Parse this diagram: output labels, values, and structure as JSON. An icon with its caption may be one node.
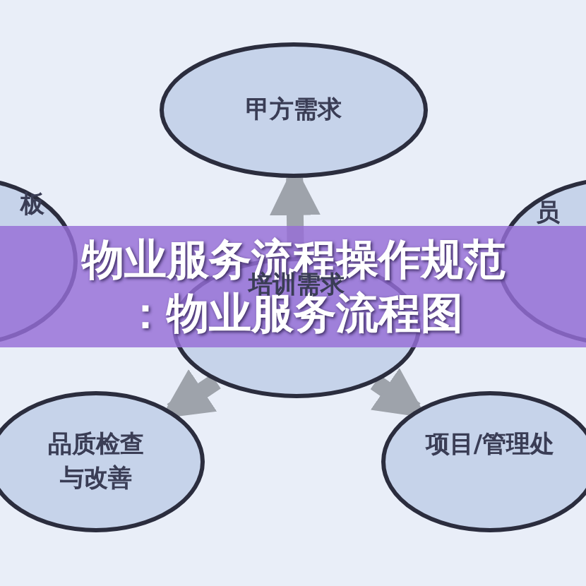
{
  "diagram": {
    "title": "物业服务流程操作规范：物业服务流程图",
    "nodes": [
      {
        "text": [
          "培训需求"
        ]
      },
      {
        "text": [
          "甲方需求"
        ]
      },
      {
        "text": [
          "板"
        ]
      },
      {
        "text": [
          "员"
        ]
      },
      {
        "text": [
          "品质检查与改善"
        ]
      },
      {
        "text": [
          "项目/管理处"
        ]
      }
    ],
    "edges": [
      {
        "from": 0,
        "to": 1,
        "arrow": "to"
      },
      {
        "from": 0,
        "to": 4,
        "arrow": "to"
      },
      {
        "from": 0,
        "to": 5,
        "arrow": "to"
      }
    ]
  }
}
